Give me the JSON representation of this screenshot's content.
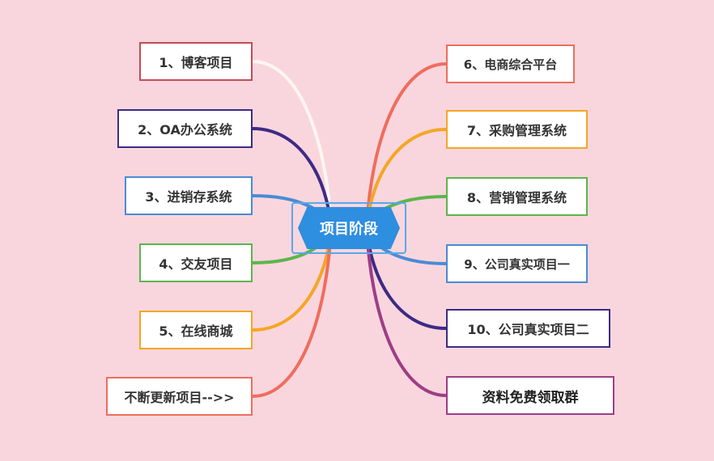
{
  "center": {
    "label": "项目阶段",
    "color": "#2e8ee0"
  },
  "branches": [
    {
      "label": "1、博客项目",
      "color": "#c44b55",
      "link_color": "#fff6f0"
    },
    {
      "label": "2、OA办公系统",
      "color": "#3d2b84",
      "link_color": "#3d2b84"
    },
    {
      "label": "3、进销存系统",
      "color": "#4a8bd4",
      "link_color": "#4a8bd4"
    },
    {
      "label": "4、交友项目",
      "color": "#5db54b",
      "link_color": "#5db54b"
    },
    {
      "label": "5、在线商城",
      "color": "#f5a623",
      "link_color": "#f5a623"
    },
    {
      "label": "不断更新项目-->>",
      "color": "#ef6d5e",
      "link_color": "#ef6d5e"
    },
    {
      "label": "6、电商综合平台",
      "color": "#ef6d5e",
      "link_color": "#ef6d5e"
    },
    {
      "label": "7、采购管理系统",
      "color": "#f5a623",
      "link_color": "#f5a623"
    },
    {
      "label": "8、营销管理系统",
      "color": "#5db54b",
      "link_color": "#5db54b"
    },
    {
      "label": "9、公司真实项目一",
      "color": "#4a8bd4",
      "link_color": "#4a8bd4"
    },
    {
      "label": "10、公司真实项目二",
      "color": "#3d2b84",
      "link_color": "#3d2b84"
    },
    {
      "label": "资料免费领取群",
      "color": "#9e3d87",
      "link_color": "#9e3d87"
    }
  ]
}
